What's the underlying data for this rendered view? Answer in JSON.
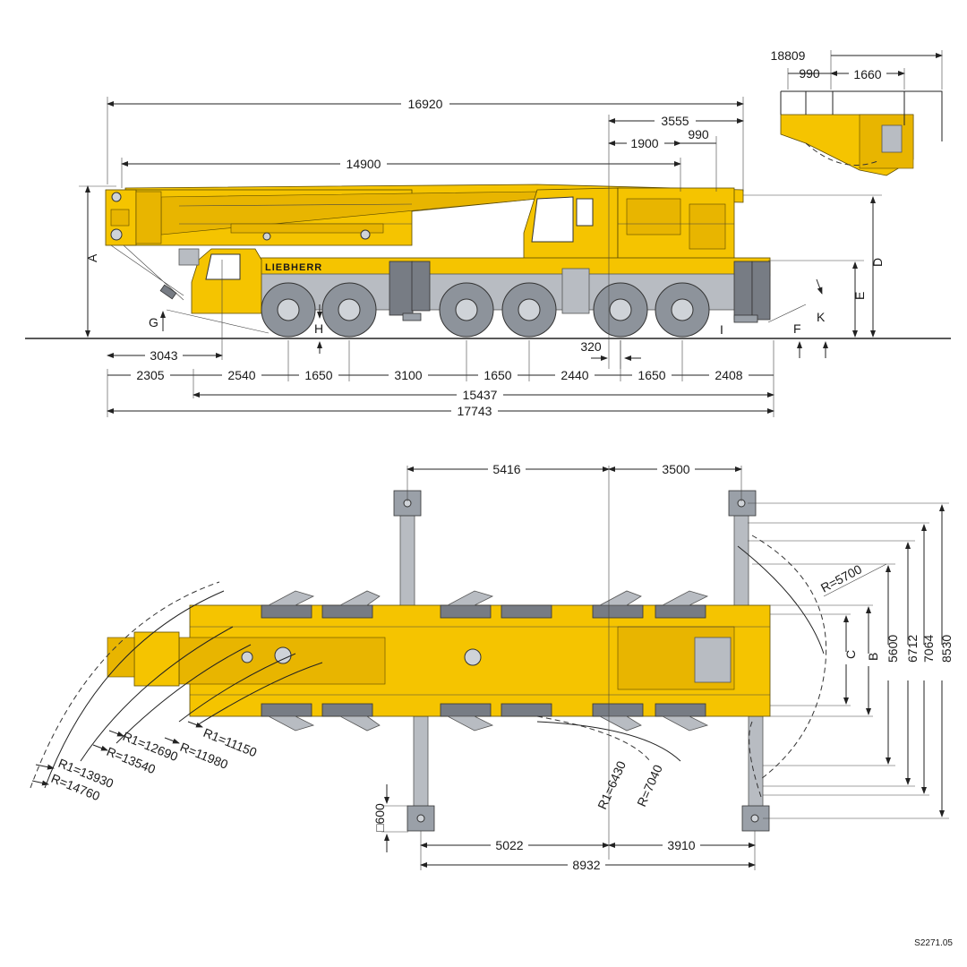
{
  "side_view": {
    "dims": {
      "overall_boom": "16920",
      "boom_overhang": "14900",
      "top_3555": "3555",
      "top_1900": "1900",
      "top_990": "990",
      "front_3043": "3043",
      "row1": [
        "2305",
        "2540",
        "1650",
        "3100",
        "1650",
        "2440",
        "1650",
        "2408"
      ],
      "dim_320": "320",
      "outrigger_len": "15437",
      "total_len": "17743"
    },
    "letters": {
      "A": "A",
      "D": "D",
      "E": "E",
      "F": "F",
      "G": "G",
      "H": "H",
      "I": "I",
      "K": "K"
    },
    "brand": "LIEBHERR"
  },
  "detail_view": {
    "dims": {
      "d18809": "18809",
      "d990": "990",
      "d1660": "1660"
    }
  },
  "top_view": {
    "dims": {
      "top_5416": "5416",
      "top_3500": "3500",
      "bot_5022": "5022",
      "bot_3910": "3910",
      "bot_8932": "8932",
      "pad": "600"
    },
    "radii": {
      "r5700": "R=5700",
      "r1_6430": "R1=6430",
      "r7040": "R=7040",
      "r1_11150": "R1=11150",
      "r11980": "R=11980",
      "r1_12690": "R1=12690",
      "r13540": "R=13540",
      "r1_13930": "R1=13930",
      "r14760": "R=14760"
    },
    "widths": {
      "C": "C",
      "B": "B",
      "w5600": "5600",
      "w6712": "6712",
      "w7064": "7064",
      "w8530": "8530"
    }
  },
  "footer": {
    "code": "S2271.05"
  }
}
